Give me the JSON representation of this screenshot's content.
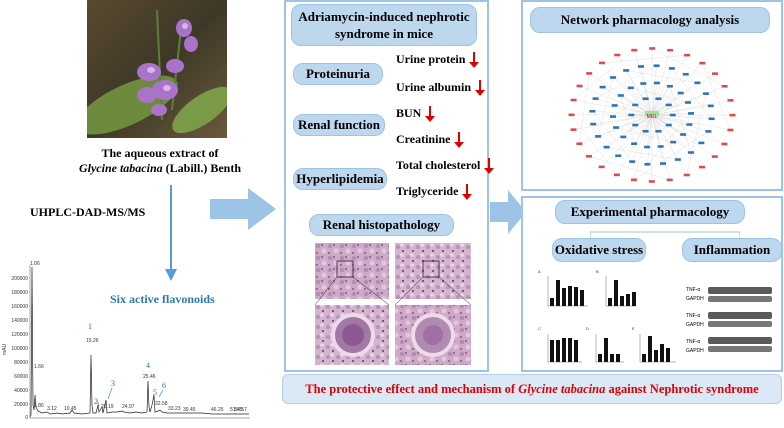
{
  "left": {
    "extract_line1": "The aqueous extract of",
    "extract_species": "Glycine tabacina",
    "extract_rest": " (Labill.) Benth",
    "method": "UHPLC-DAD-MS/MS",
    "flavonoids": "Six active flavonoids",
    "chromatogram": {
      "y_axis_label": "mAU",
      "y_ticks": [
        "200000",
        "180000",
        "160000",
        "140000",
        "120000",
        "100000",
        "80000",
        "60000",
        "40000",
        "20000",
        "0"
      ],
      "peak_labels": [
        "1.06",
        "1.66",
        "1.86",
        "3.12",
        "10.45",
        "15.26",
        "20.19",
        "24.97",
        "25.46",
        "32.58",
        "33.23",
        "39.45",
        "46.25",
        "51.65",
        "54.57"
      ],
      "peak_numbers": [
        "1",
        "2",
        "3",
        "4",
        "5",
        "6"
      ]
    }
  },
  "middle": {
    "title": "Adriamycin-induced nephrotic syndrome in mice",
    "proteinuria": "Proteinuria",
    "urine_protein": "Urine protein",
    "urine_albumin": "Urine albumin",
    "renal_function": "Renal function",
    "bun": "BUN",
    "creatinine": "Creatinine",
    "hyperlipidemia": "Hyperlipidemia",
    "total_cholesterol": "Total cholesterol",
    "triglyceride": "Triglyceride",
    "histopathology": "Renal histopathology"
  },
  "right": {
    "network_title": "Network pharmacology analysis",
    "network_center": "MGL",
    "experimental_title": "Experimental pharmacology",
    "oxidative": "Oxidative stress",
    "inflammation": "Inflammation",
    "panel_letters": [
      "A",
      "B",
      "C",
      "D",
      "E"
    ],
    "western_labels": [
      "TNF-α",
      "GAPDH",
      "TNF-α",
      "GAPDH",
      "TNF-α",
      "GAPDH"
    ]
  },
  "bottom": {
    "prefix": "The protective effect and mechanism of ",
    "species": "Glycine tabacina",
    "suffix": " against Nephrotic syndrome"
  },
  "colors": {
    "pill_fill": "#bdd7ee",
    "pill_border": "#9dc3e6",
    "arrow_fill": "#9dc3e6",
    "down_arrow": "#e00000",
    "flavonoid_text": "#2e75b6",
    "conclusion_text": "#e00000"
  }
}
